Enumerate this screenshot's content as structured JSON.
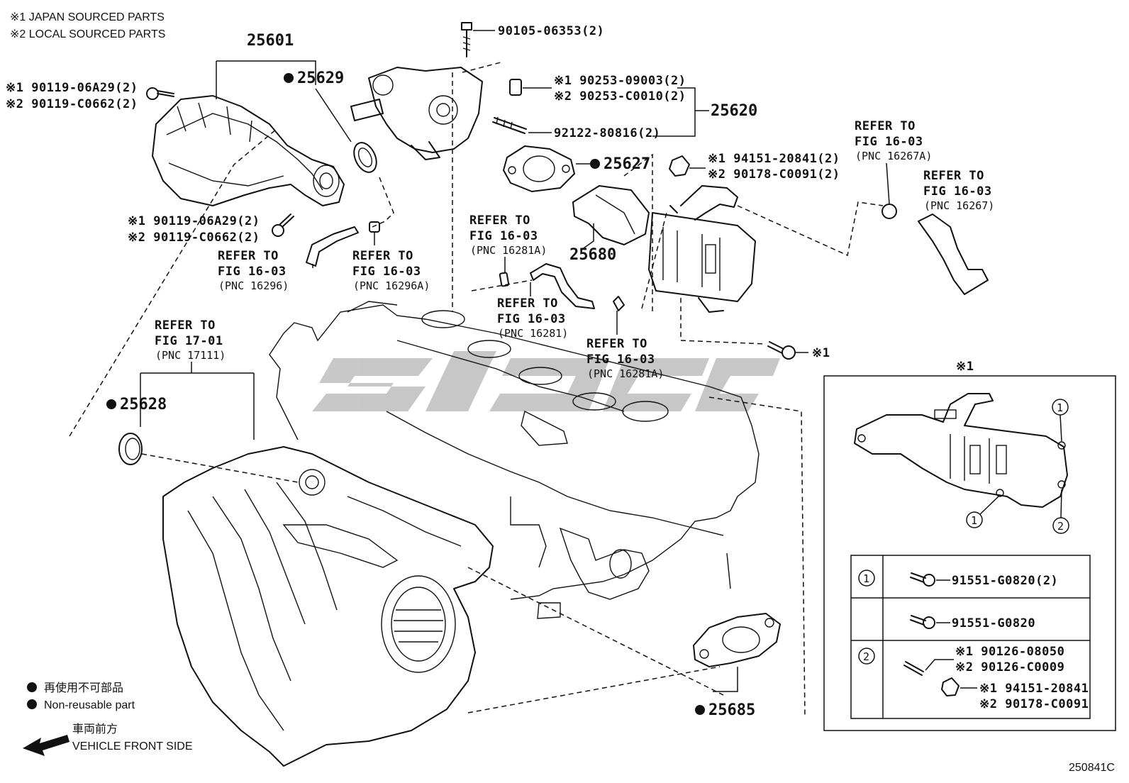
{
  "notes": {
    "japan": "※1 JAPAN SOURCED PARTS",
    "local": "※2 LOCAL SOURCED PARTS"
  },
  "labels": {
    "p25601": "25601",
    "p25629": "25629",
    "p25620": "25620",
    "p25627": "25627",
    "p25680": "25680",
    "p25628": "25628",
    "p25685": "25685",
    "bolt_top": "90105-06353(2)",
    "bolt_left_a1": "※1 90119-06A29(2)",
    "bolt_left_a2": "※2 90119-C0662(2)",
    "bolt_left_b1": "※1 90119-06A29(2)",
    "bolt_left_b2": "※2 90119-C0662(2)",
    "pin1": "※1 90253-09003(2)",
    "pin2": "※2 90253-C0010(2)",
    "stud": "92122-80816(2)",
    "nut1": "※1 94151-20841(2)",
    "nut2": "※2 90178-C0091(2)",
    "bolt_mark": "※1"
  },
  "refs": [
    {
      "line1": "REFER TO",
      "line2": "FIG 16-03",
      "pnc": "(PNC 16296)"
    },
    {
      "line1": "REFER TO",
      "line2": "FIG 16-03",
      "pnc": "(PNC 16296A)"
    },
    {
      "line1": "REFER TO",
      "line2": "FIG 16-03",
      "pnc": "(PNC 16281A)"
    },
    {
      "line1": "REFER TO",
      "line2": "FIG 16-03",
      "pnc": "(PNC 16281)"
    },
    {
      "line1": "REFER TO",
      "line2": "FIG 16-03",
      "pnc": "(PNC 16281A)"
    },
    {
      "line1": "REFER TO",
      "line2": "FIG 16-03",
      "pnc": "(PNC 16267A)"
    },
    {
      "line1": "REFER TO",
      "line2": "FIG 16-03",
      "pnc": "(PNC 16267)"
    },
    {
      "line1": "REFER TO",
      "line2": "FIG 17-01",
      "pnc": "(PNC 17111)"
    }
  ],
  "inset": {
    "title": "※1",
    "c1": "1",
    "c2": "2",
    "rows": [
      {
        "key": "1",
        "parts": [
          "91551-G0820(2)"
        ]
      },
      {
        "key": "1",
        "parts": [
          "91551-G0820"
        ]
      },
      {
        "key": "2",
        "parts": [
          "※1 90126-08050",
          "※2 90126-C0009",
          "※1 94151-20841",
          "※2 90178-C0091"
        ]
      }
    ]
  },
  "legend": {
    "jp": "再使用不可部品",
    "en": "Non-reusable part",
    "front_jp": "車両前方",
    "front_en": "VEHICLE FRONT SIDE"
  },
  "fig_code": "250841C"
}
